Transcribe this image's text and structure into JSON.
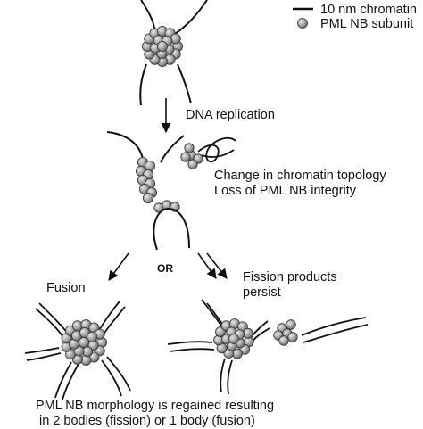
{
  "legend": {
    "chromatin": "10 nm chromatin",
    "subunit": "PML NB subunit"
  },
  "steps": {
    "replication": "DNA replication",
    "change_line1": "Change in chromatin topology",
    "change_line2": "Loss of PML NB integrity",
    "or": "OR",
    "fusion": "Fusion",
    "fission_line1": "Fission products",
    "fission_line2": "persist",
    "result_line1": "PML NB morphology is regained resulting",
    "result_line2": "in 2 bodies (fission) or 1 body (fusion)"
  },
  "colors": {
    "line": "#111111",
    "bead_fill": "#a6a6a6",
    "bead_stroke": "#333333"
  }
}
